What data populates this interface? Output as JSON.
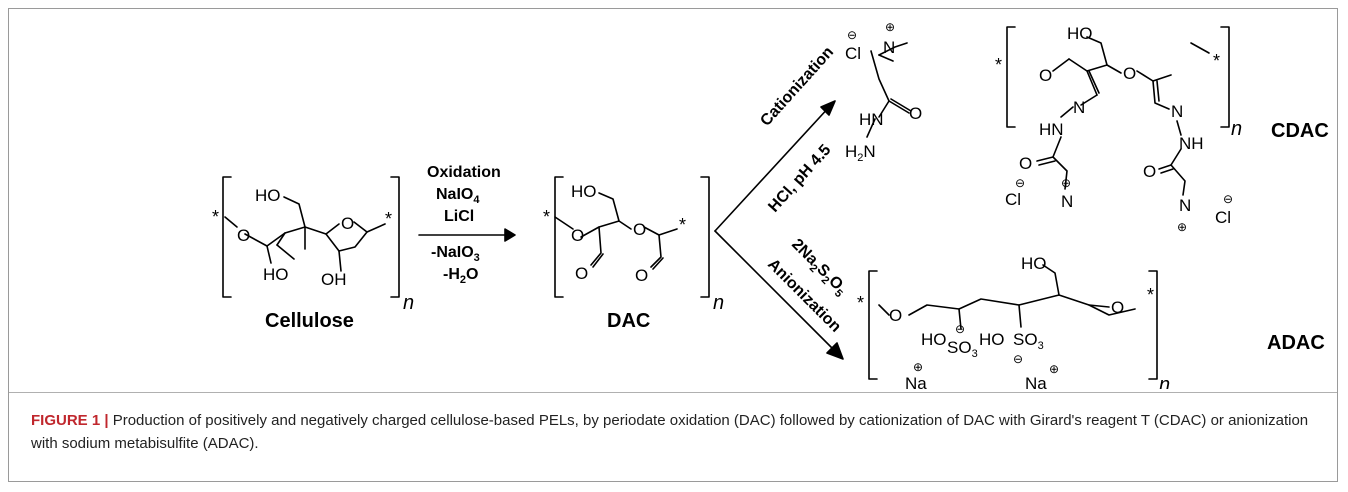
{
  "figure": {
    "caption_label": "FIGURE 1 |",
    "caption_text": "Production of positively and negatively charged cellulose-based PELs, by periodate oxidation (DAC) followed by cationization of DAC with Girard's reagent T (CDAC) or anionization with sodium metabisulfite (ADAC)."
  },
  "compounds": {
    "cellulose": "Cellulose",
    "dac": "DAC",
    "cdac": "CDAC",
    "adac": "ADAC"
  },
  "conditions": {
    "oxidation": "Oxidation",
    "reagent_1": "NaIO",
    "reagent_1_sub": "4",
    "reagent_2": "LiCl",
    "byproduct_1": "-NaIO",
    "byproduct_1_sub": "3",
    "byproduct_2": "-H",
    "byproduct_2_sub": "2",
    "byproduct_2_tail": "O",
    "cationization": "Cationization",
    "hcl_ph": "HCl, pH 4.5",
    "anionization": "Anionization",
    "metabisulfite": "2Na",
    "metabisulfite_sub1": "2",
    "metabisulfite_mid": "S",
    "metabisulfite_sub2": "2",
    "metabisulfite_mid2": "O",
    "metabisulfite_sub3": "5"
  },
  "atoms": {
    "ho": "HO",
    "oh": "OH",
    "o": "O",
    "n": "N",
    "hn": "HN",
    "nh": "NH",
    "h2n": "H",
    "h2n_sub": "2",
    "h2n_tail": "N",
    "hn_chain": "HN",
    "cl": "Cl",
    "so3": "SO",
    "so3_sub": "3",
    "na": "Na",
    "star": "*",
    "n_sub": "n",
    "plus": "⊕",
    "minus": "⊖"
  }
}
